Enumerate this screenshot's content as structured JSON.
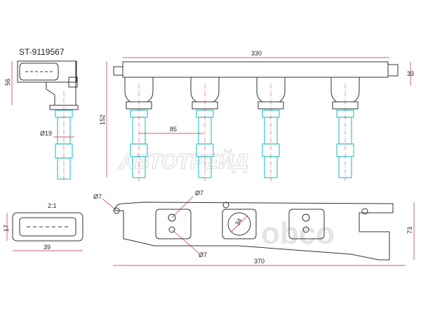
{
  "part_number": "ST-9119567",
  "watermarks": {
    "brand": "АВТОТРЕЙД",
    "logo": "obco"
  },
  "dimensions": {
    "connector_height": "56",
    "boot_diameter": "Ø19",
    "total_height": "152",
    "rail_length": "330",
    "rail_height": "33",
    "pitch": "85",
    "scale": "2:1",
    "plug_height": "17",
    "plug_width": "39",
    "mount_hole_left": "Ø7",
    "mount_hole_top": "Ø7",
    "mount_hole_bottom": "Ø7",
    "center_diameter": "34",
    "base_width": "73",
    "base_length": "370"
  },
  "colors": {
    "outline": "#333333",
    "dimension": "#c0283c",
    "boot": "#3cc4cc"
  }
}
